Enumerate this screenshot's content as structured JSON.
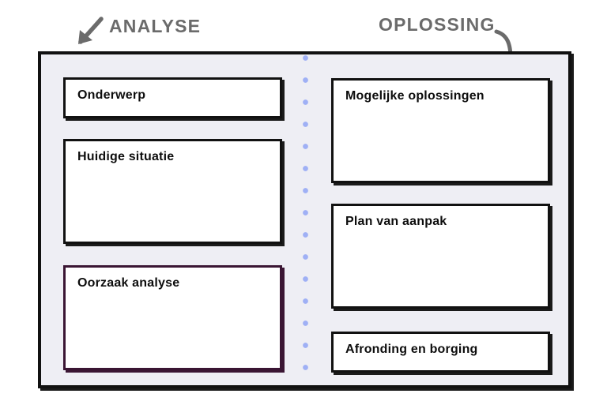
{
  "headers": [
    {
      "id": "analyse",
      "label": "ANALYSE",
      "arrow": "arrow-down-left-icon"
    },
    {
      "id": "oplossing",
      "label": "OPLOSSING",
      "arrow": "arrow-curve-down-icon"
    }
  ],
  "colors": {
    "page_background": "#ffffff",
    "canvas_background": "#eeeef4",
    "frame_border": "#111111",
    "box_border": "#111111",
    "box_background": "#ffffff",
    "accent_purple": "#3a1533",
    "divider_dots": "#9fb0f5",
    "header_text": "#6b6b6b",
    "arrow": "#6b6b6b",
    "box_title_text": "#0d0d0d"
  },
  "divider": {
    "style": "dotted",
    "orientation": "vertical",
    "color": "#9fb0f5"
  },
  "columns": {
    "left": {
      "title": "ANALYSE",
      "boxes": [
        {
          "id": "onderwerp",
          "label": "Onderwerp",
          "accent": "black",
          "size": "small"
        },
        {
          "id": "huidige-situatie",
          "label": "Huidige situatie",
          "accent": "black",
          "size": "large"
        },
        {
          "id": "oorzaak-analyse",
          "label": "Oorzaak analyse",
          "accent": "purple",
          "size": "large"
        }
      ]
    },
    "right": {
      "title": "OPLOSSING",
      "boxes": [
        {
          "id": "mogelijke-oplossingen",
          "label": "Mogelijke oplossingen",
          "accent": "black",
          "size": "large"
        },
        {
          "id": "plan-van-aanpak",
          "label": "Plan van aanpak",
          "accent": "black",
          "size": "large"
        },
        {
          "id": "afronding-en-borging",
          "label": "Afronding en borging",
          "accent": "black",
          "size": "small"
        }
      ]
    }
  }
}
